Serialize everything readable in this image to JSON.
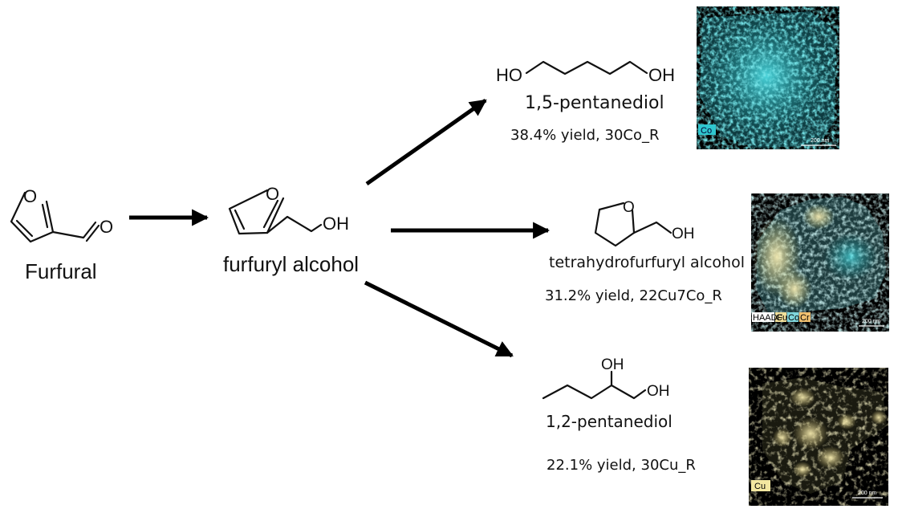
{
  "compounds": {
    "furfural": {
      "name": "Furfural",
      "O_label": "O",
      "CHO_O_label": "O"
    },
    "furfuryl_alcohol": {
      "name": "furfuryl alcohol",
      "O_label": "O",
      "OH_label": "OH"
    },
    "pentanediol_15": {
      "name": "1,5-pentanediol",
      "HO_label": "HO",
      "OH_label": "OH",
      "yield": "38.4% yield, 30Co_R"
    },
    "thfa": {
      "name": "tetrahydrofurfuryl alcohol",
      "O_label": "O",
      "OH_label": "OH",
      "yield": "31.2% yield, 22Cu7Co_R"
    },
    "pentanediol_12": {
      "name": "1,2-pentanediol",
      "OH_top_label": "OH",
      "OH_label": "OH",
      "yield": "22.1% yield, 30Cu_R"
    }
  },
  "maps": {
    "co": {
      "tag": "Co",
      "scale": "200 nm",
      "color": "#2fc7cf"
    },
    "cuco": {
      "tags": [
        "HAADF",
        "Cu",
        "Co",
        "Cr"
      ],
      "scale": "200 nm",
      "tag_colors": [
        "#ffffff",
        "#f2e09a",
        "#7fd6dc",
        "#f0c070"
      ]
    },
    "cu": {
      "tag": "Cu",
      "scale": "200 nm",
      "color": "#f3e7a0"
    }
  },
  "colors": {
    "arrow": "#000000",
    "map_background": "#000000"
  }
}
